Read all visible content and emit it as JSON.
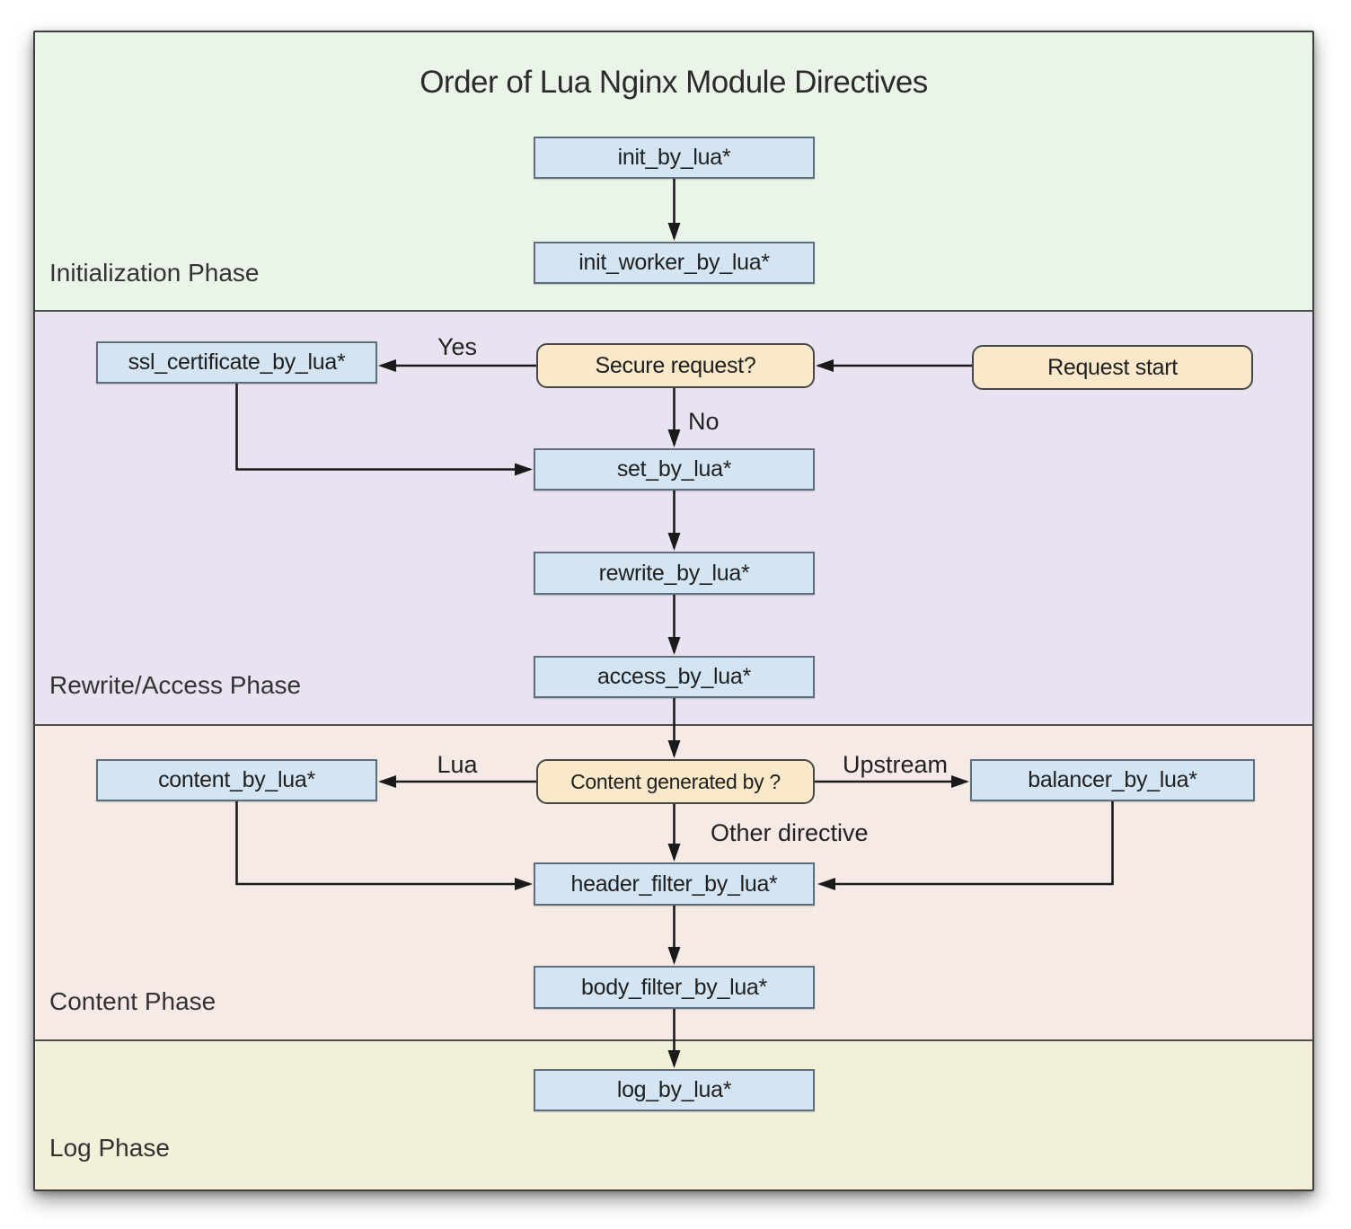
{
  "title": "Order of Lua Nginx Module Directives",
  "phases": {
    "initialization": {
      "label": "Initialization Phase",
      "color": "#ebf4e8"
    },
    "rewrite_access": {
      "label": "Rewrite/Access Phase",
      "color": "#e8e2f1"
    },
    "content": {
      "label": "Content Phase",
      "color": "#f5eae6"
    },
    "log": {
      "label": "Log Phase",
      "color": "#f2f0d9"
    }
  },
  "nodes": {
    "init": {
      "label": "init_by_lua*",
      "type": "process"
    },
    "init_worker": {
      "label": "init_worker_by_lua*",
      "type": "process"
    },
    "ssl_certificate": {
      "label": "ssl_certificate_by_lua*",
      "type": "process"
    },
    "secure_request": {
      "label": "Secure request?",
      "type": "decision"
    },
    "request_start": {
      "label": "Request start",
      "type": "terminal"
    },
    "set": {
      "label": "set_by_lua*",
      "type": "process"
    },
    "rewrite": {
      "label": "rewrite_by_lua*",
      "type": "process"
    },
    "access": {
      "label": "access_by_lua*",
      "type": "process"
    },
    "content": {
      "label": "content_by_lua*",
      "type": "process"
    },
    "content_generated": {
      "label": "Content generated by ?",
      "type": "decision"
    },
    "balancer": {
      "label": "balancer_by_lua*",
      "type": "process"
    },
    "header_filter": {
      "label": "header_filter_by_lua*",
      "type": "process"
    },
    "body_filter": {
      "label": "body_filter_by_lua*",
      "type": "process"
    },
    "log": {
      "label": "log_by_lua*",
      "type": "process"
    }
  },
  "edge_labels": {
    "yes": "Yes",
    "no": "No",
    "lua": "Lua",
    "upstream": "Upstream",
    "other_directive": "Other directive"
  },
  "colors": {
    "process_fill": "#d3e4f2",
    "process_border": "#5e6e7d",
    "decision_fill": "#f9e8c9",
    "decision_border": "#474747",
    "arrow": "#1a1a1a",
    "band_divider": "#4e4e4e",
    "panel_border": "#3f3f3f"
  }
}
